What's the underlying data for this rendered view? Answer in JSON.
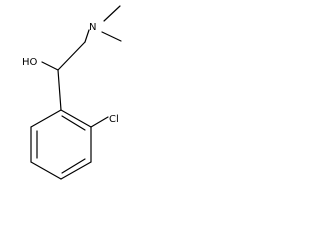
{
  "molecule": {
    "atoms": {
      "hydroxyl": "HO",
      "amine": "N",
      "halogen": "Cl"
    }
  }
}
